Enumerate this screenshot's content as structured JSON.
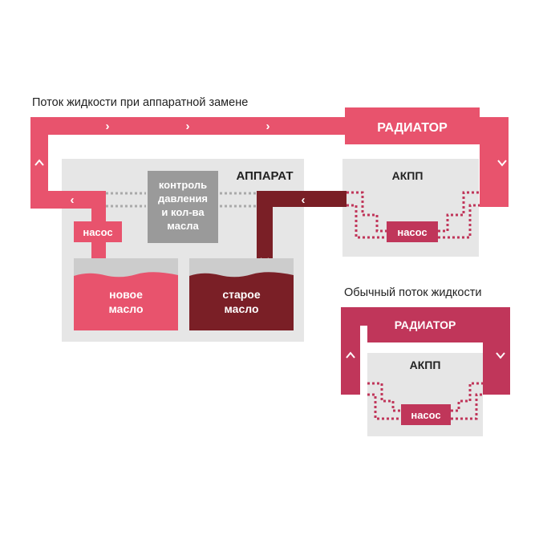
{
  "captions": {
    "hardware_flow": "Поток жидкости при аппаратной замене",
    "normal_flow": "Обычный поток жидкости"
  },
  "labels": {
    "radiator": "РАДИАТОР",
    "apparatus": "АППАРАТ",
    "transmission": "АКПП",
    "pump": "насос",
    "control_line1": "контроль",
    "control_line2": "давления",
    "control_line3": "и кол-ва",
    "control_line4": "масла",
    "new_oil_line1": "новое",
    "new_oil_line2": "масло",
    "old_oil_line1": "старое",
    "old_oil_line2": "масло"
  },
  "colors": {
    "light_red": "#e8536d",
    "dark_red": "#7a1f26",
    "medium_red": "#c0365a",
    "panel_grey": "#e6e6e6",
    "control_grey": "#9a9a9a"
  },
  "icons": {
    "arrow_right": "chevron-right-icon",
    "arrow_left": "chevron-left-icon",
    "arrow_up": "chevron-up-icon",
    "arrow_down": "chevron-down-icon"
  }
}
